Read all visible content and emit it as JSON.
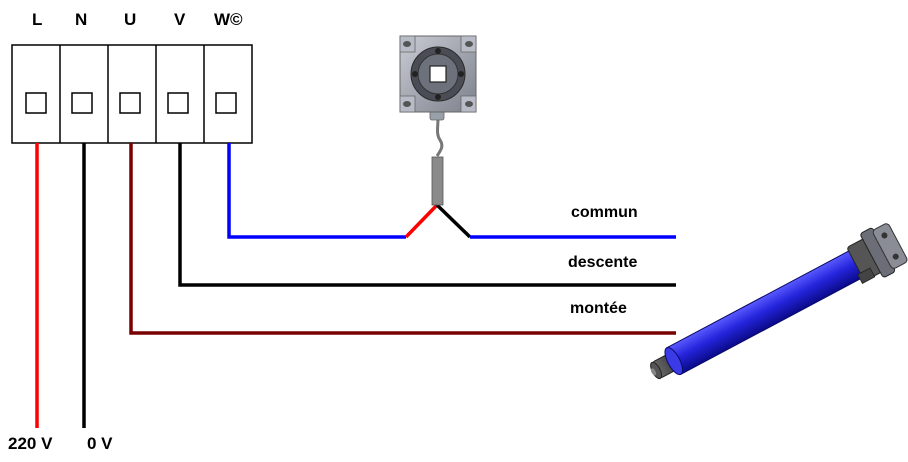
{
  "terminals": [
    {
      "label": "L"
    },
    {
      "label": "N"
    },
    {
      "label": "U"
    },
    {
      "label": "V"
    },
    {
      "label": "W©"
    }
  ],
  "wire_labels": {
    "common": "commun",
    "down": "descente",
    "up": "montée"
  },
  "voltages": {
    "live": "220 V",
    "neutral": "0 V"
  },
  "colors": {
    "live": "#ff0000",
    "neutral": "#000000",
    "up": "#7a0000",
    "down": "#000000",
    "common": "#0000ff",
    "motor_tube": "#2323d9"
  },
  "icons": {
    "switch": "rotary-switch-icon",
    "motor": "tubular-motor-icon"
  }
}
